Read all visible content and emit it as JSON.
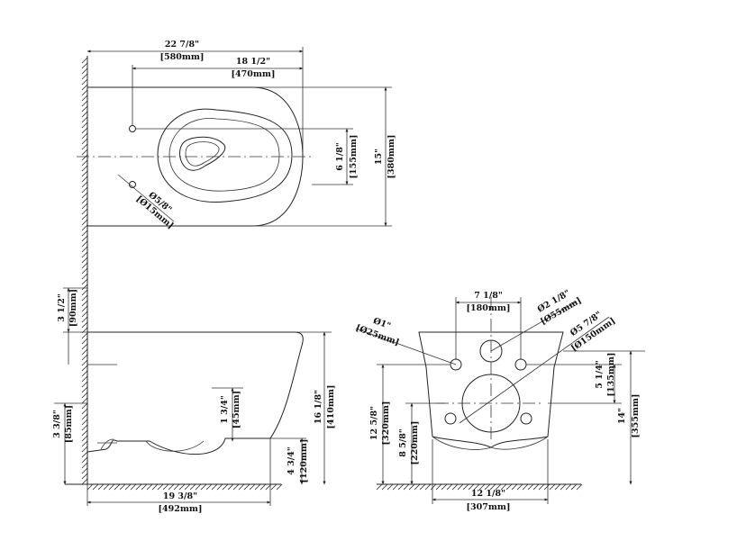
{
  "top_view": {
    "overall_length": {
      "in": "22 7/8\"",
      "mm": "[580mm]"
    },
    "bolt_spacing": {
      "in": "18 1/2\"",
      "mm": "[470mm]"
    },
    "bowl_offset": {
      "in": "6 1/8\"",
      "mm": "[155mm]"
    },
    "overall_width": {
      "in": "15\"",
      "mm": "[380mm]"
    },
    "bolt_hole": {
      "in": "Ø5/8\"",
      "mm": "[Ø15mm]"
    }
  },
  "side_view": {
    "top_offset": {
      "in": "3 1/2\"",
      "mm": "[90mm]"
    },
    "outlet_height": {
      "in": "3 3/8\"",
      "mm": "[85mm]"
    },
    "outlet_rise": {
      "in": "1 3/4\"",
      "mm": "[45mm]"
    },
    "total_height": {
      "in": "16 1/8\"",
      "mm": "[410mm]"
    },
    "floor_clearance": {
      "in": "4 3/4\"",
      "mm": "[120mm]"
    },
    "depth": {
      "in": "19 3/8\"",
      "mm": "[492mm]"
    }
  },
  "rear_view": {
    "bolt_spacing": {
      "in": "7 1/8\"",
      "mm": "[180mm]"
    },
    "inlet_dia": {
      "in": "Ø2 1/8\"",
      "mm": "[Ø55mm]"
    },
    "small_hole_dia": {
      "in": "Ø1\"",
      "mm": "[Ø25mm]"
    },
    "outlet_dia": {
      "in": "Ø5 7/8\"",
      "mm": "[Ø150mm]"
    },
    "hole_gap": {
      "in": "5 1/4\"",
      "mm": "[135mm]"
    },
    "upper_height": {
      "in": "12 5/8\"",
      "mm": "[320mm]"
    },
    "lower_height": {
      "in": "8 5/8\"",
      "mm": "[220mm]"
    },
    "total_height": {
      "in": "14\"",
      "mm": "[355mm]"
    },
    "width": {
      "in": "12 1/8\"",
      "mm": "[307mm]"
    }
  }
}
